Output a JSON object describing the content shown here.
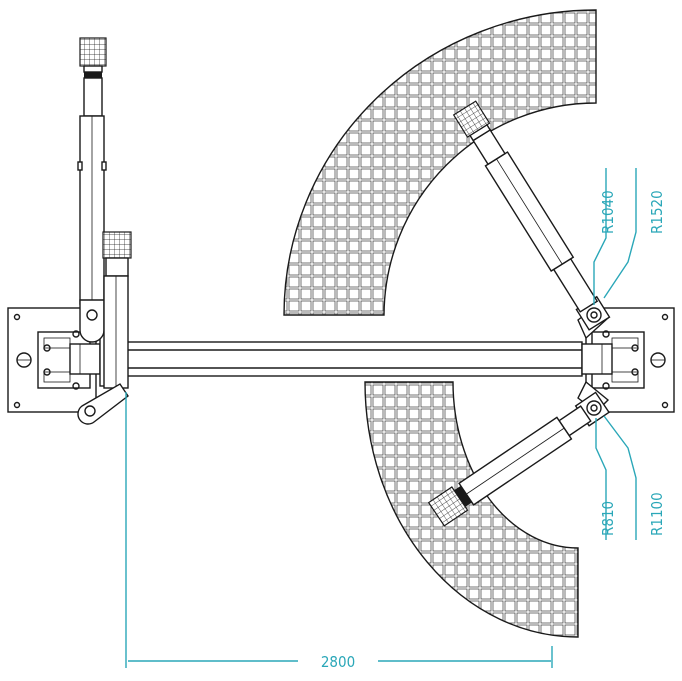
{
  "drawing": {
    "type": "two-post lift top view",
    "dimension_color": "#2aa7b8",
    "line_color": "#1a1a1a",
    "labels": {
      "width": "2800",
      "radius_long_max": "R1520",
      "radius_long_min": "R1040",
      "radius_short_max": "R1100",
      "radius_short_min": "R810"
    }
  }
}
